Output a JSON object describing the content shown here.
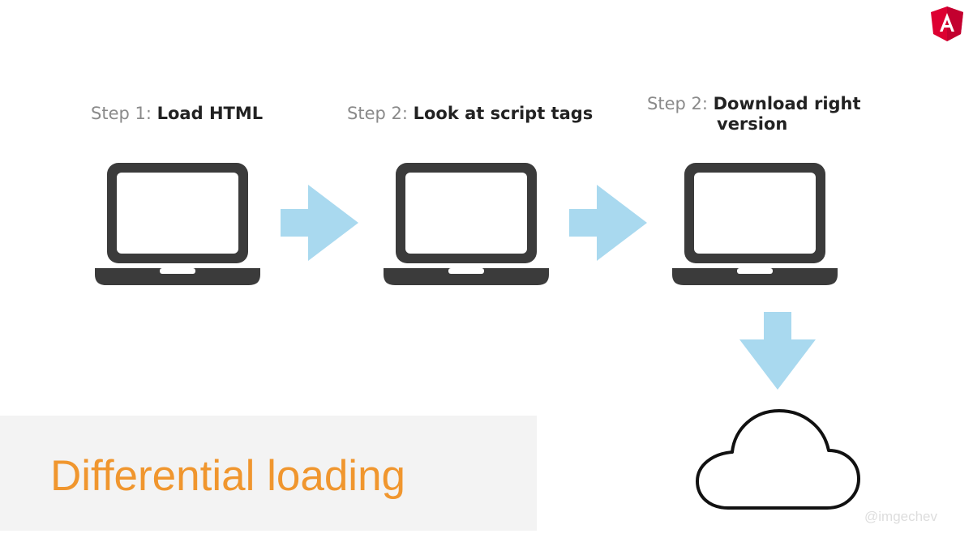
{
  "steps": [
    {
      "prefix": "Step 1:",
      "bold": "Load HTML"
    },
    {
      "prefix": "Step 2:",
      "bold": "Look at script tags"
    },
    {
      "prefix": "Step 2:",
      "bold_line1": "Download right",
      "bold_line2": "version"
    }
  ],
  "title": "Differential loading",
  "handle": "@imgechev",
  "icons": {
    "logo": "angular-logo-icon",
    "device": "laptop-icon",
    "flow": "arrow-icon",
    "destination": "cloud-icon"
  },
  "colors": {
    "title": "#f0962e",
    "arrow": "#a9d9ef",
    "laptop": "#3b3b3b",
    "logo": "#dd0031",
    "band": "#f3f3f3"
  }
}
